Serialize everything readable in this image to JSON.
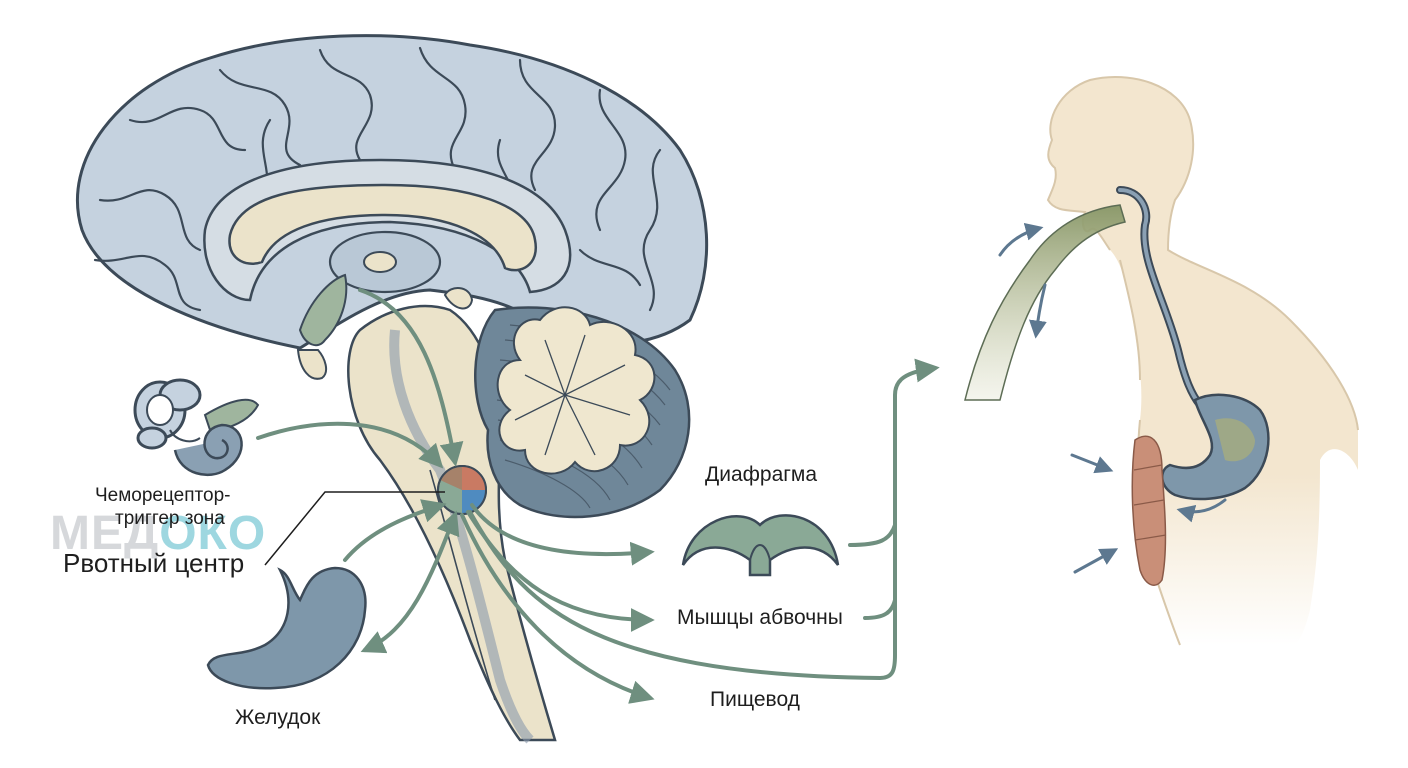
{
  "labels": {
    "chemoreceptor_line1": "Чеморецептор-",
    "chemoreceptor_line2": "триггер зона",
    "vomiting_center": "Рвотный центр",
    "stomach": "Желудок",
    "diaphragm": "Диафрагма",
    "abdominal_muscles": "Мышцы абвочны",
    "esophagus": "Пищевод"
  },
  "watermark": {
    "part1": "МЕД",
    "part2": "ОКО"
  },
  "colors": {
    "brain": "#c5d2df",
    "brain_outline": "#3c4a58",
    "corpus": "#ebe3ca",
    "cerebellum_dark": "#6f8799",
    "arbor": "#efe7cf",
    "nerve_arrow": "#6f8f7f",
    "stomach": "#7e97aa",
    "body_skin": "#f3e6cf",
    "vomit": "#a6ad7e",
    "muscle": "#c98f78",
    "watermark_gray": "#b5b9be",
    "watermark_accent": "#4fb8c8"
  },
  "icons": [
    "ear-icon",
    "vomiting-center-icon",
    "arrow-icon"
  ]
}
